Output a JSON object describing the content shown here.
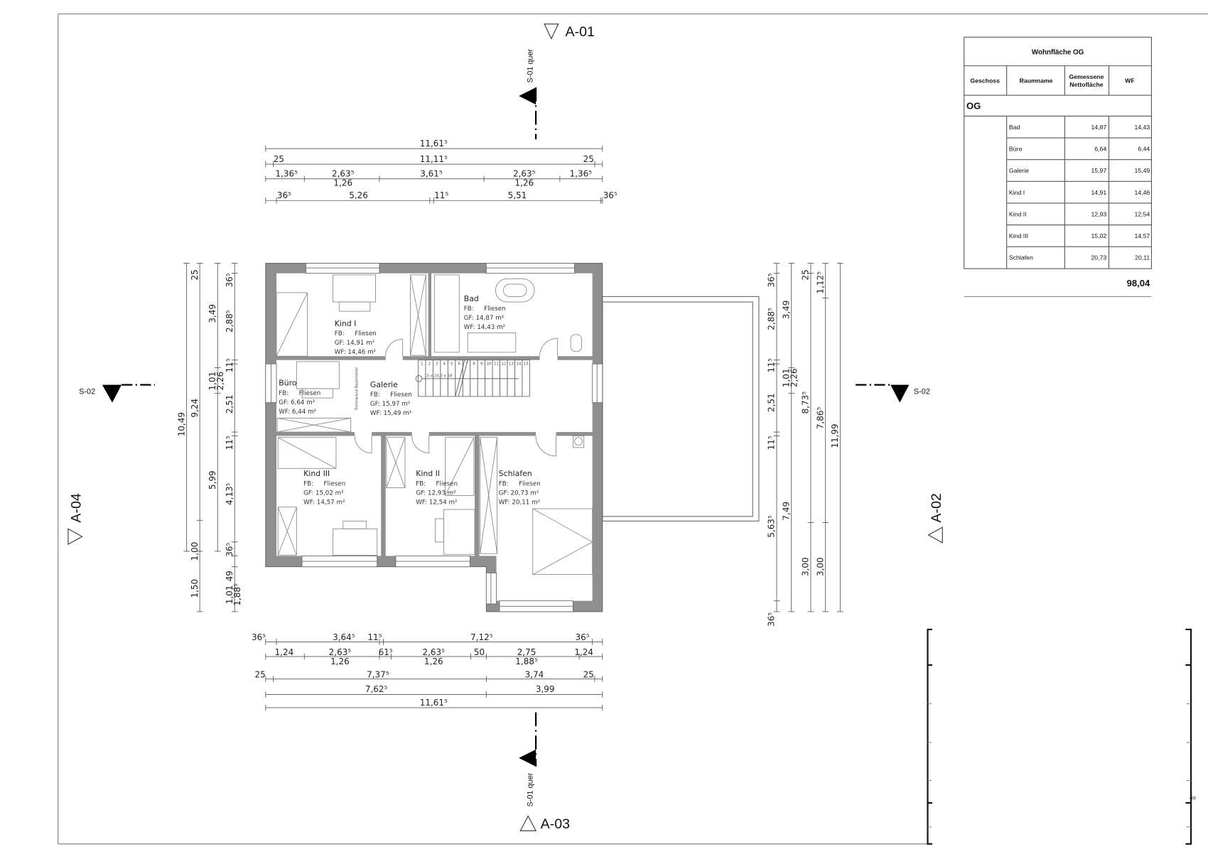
{
  "markers": {
    "a01": "A-01",
    "a02": "A-02",
    "a03": "A-03",
    "a04": "A-04",
    "s01_top": "S-01 quer",
    "s01_bottom": "S-01 quer",
    "s02_left": "S-02",
    "s02_right": "S-02"
  },
  "rooms": [
    {
      "name": "Kind I",
      "fb_label": "FB:",
      "fb": "Fliesen",
      "gf": "GF:  14,91 m²",
      "wf": "WF:  14,46 m²"
    },
    {
      "name": "Bad",
      "fb_label": "FB:",
      "fb": "Fliesen",
      "gf": "GF:  14,87 m²",
      "wf": "WF:  14,43 m²"
    },
    {
      "name": "Büro",
      "fb_label": "FB:",
      "fb": "Fliesen",
      "gf": "GF:  6,64 m²",
      "wf": "WF:  6,44 m²"
    },
    {
      "name": "Galerie",
      "fb_label": "FB:",
      "fb": "Fliesen",
      "gf": "GF:  15,97 m²",
      "wf": "WF:  15,49 m²"
    },
    {
      "name": "Kind III",
      "fb_label": "FB:",
      "fb": "Fliesen",
      "gf": "GF:  15,02 m²",
      "wf": "WF:  14,57 m²"
    },
    {
      "name": "Kind II",
      "fb_label": "FB:",
      "fb": "Fliesen",
      "gf": "GF:  12,93 m²",
      "wf": "WF:  12,54 m²"
    },
    {
      "name": "Schlafen",
      "fb_label": "FB:",
      "fb": "Fliesen",
      "gf": "GF:  20,73 m²",
      "wf": "WF:  20,11 m²"
    }
  ],
  "stairs": {
    "label": "15 x 20,0 x 28",
    "steps": [
      "1",
      "2",
      "3",
      "4",
      "5",
      "6",
      "7",
      "8",
      "9",
      "10",
      "11",
      "12",
      "13",
      "14",
      "15"
    ],
    "partition": "Trennwand Raumteiler"
  },
  "dimensions": {
    "top": [
      "11,61⁵",
      "25",
      "11,11⁵",
      "25",
      "1,36⁵",
      "2,63⁵",
      "1,26",
      "3,61⁵",
      "2,63⁵",
      "1,26",
      "1,36⁵",
      "36⁵",
      "5,26",
      "11⁵",
      "5,51",
      "36⁵"
    ],
    "bottom": [
      "36⁵",
      "3,64⁵",
      "11⁵",
      "7,12⁵",
      "36⁵",
      "1,24",
      "2,63⁵",
      "1,26",
      "61⁵",
      "2,63⁵",
      "1,26",
      "50",
      "2,75",
      "1,88⁵",
      "1,24",
      "25",
      "7,37⁵",
      "3,74",
      "25",
      "7,62⁵",
      "3,99",
      "11,61⁵"
    ],
    "left": [
      "10,49",
      "25",
      "9,24",
      "1,00",
      "1,50",
      "3,49",
      "1,01",
      "2,26",
      "5,99",
      "36⁵",
      "2,88⁵",
      "11⁵",
      "2,51",
      "11⁵",
      "4,13⁵",
      "36⁵",
      "49",
      "1,01",
      "1,88⁵"
    ],
    "right": [
      "36⁵",
      "2,88⁵",
      "11⁵",
      "2,51",
      "11⁵",
      "5,63⁵",
      "36⁵",
      "3,49",
      "1,01",
      "2,26",
      "7,49",
      "25",
      "8,73⁵",
      "3,00",
      "1,12⁵",
      "7,86⁵",
      "3,00",
      "11,99"
    ]
  },
  "table": {
    "title": "Wohnfläche OG",
    "headers": [
      "Geschoss",
      "Raumname",
      "Gemessene",
      "Nettofläche",
      "WF"
    ],
    "group": "OG",
    "rows": [
      {
        "name": "Bad",
        "net": "14,87",
        "wf": "14,43"
      },
      {
        "name": "Büro",
        "net": "6,64",
        "wf": "6,44"
      },
      {
        "name": "Galerie",
        "net": "15,97",
        "wf": "15,49"
      },
      {
        "name": "Kind I",
        "net": "14,91",
        "wf": "14,46"
      },
      {
        "name": "Kind II",
        "net": "12,93",
        "wf": "12,54"
      },
      {
        "name": "Kind III",
        "net": "15,02",
        "wf": "14,57"
      },
      {
        "name": "Schlafen",
        "net": "20,73",
        "wf": "20,11"
      }
    ],
    "total": "98,04"
  },
  "titleblock": {
    "fragment": "de"
  }
}
